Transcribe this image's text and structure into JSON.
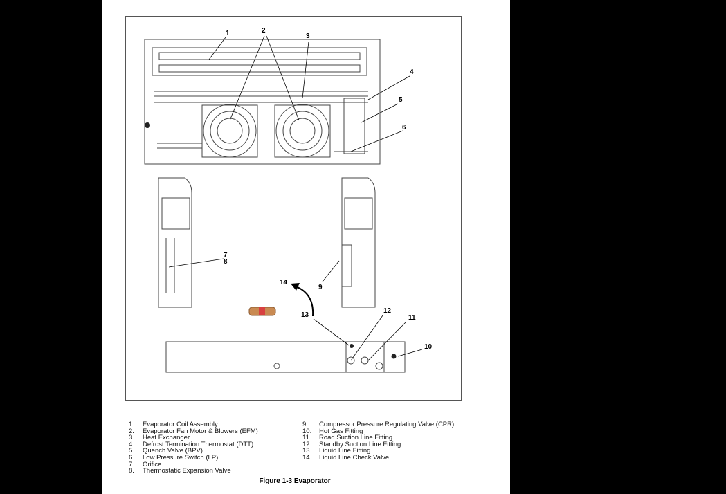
{
  "callouts": [
    "1",
    "2",
    "3",
    "4",
    "5",
    "6",
    "7",
    "8",
    "9",
    "10",
    "11",
    "12",
    "13",
    "14"
  ],
  "legend_left": [
    {
      "num": "1.",
      "label": "Evaporator Coil Assembly"
    },
    {
      "num": "2.",
      "label": "Evaporator Fan Motor & Blowers (EFM)"
    },
    {
      "num": "3.",
      "label": "Heat Exchanger"
    },
    {
      "num": "4.",
      "label": "Defrost Termination Thermostat (DTT)"
    },
    {
      "num": "5.",
      "label": "Quench Valve (BPV)"
    },
    {
      "num": "6.",
      "label": "Low Pressure Switch (LP)"
    },
    {
      "num": "7.",
      "label": "Orifice"
    },
    {
      "num": "8.",
      "label": "Thermostatic Expansion Valve"
    }
  ],
  "legend_right": [
    {
      "num": "9.",
      "label": "Compressor Pressure Regulating Valve (CPR)"
    },
    {
      "num": "10.",
      "label": "Hot Gas Fitting"
    },
    {
      "num": "11.",
      "label": "Road Suction Line Fitting"
    },
    {
      "num": "12.",
      "label": "Standby Suction Line Fitting"
    },
    {
      "num": "13.",
      "label": "Liquid Line Fitting"
    },
    {
      "num": "14.",
      "label": "Liquid Line Check Valve"
    }
  ],
  "caption": "Figure 1-3 Evaporator"
}
